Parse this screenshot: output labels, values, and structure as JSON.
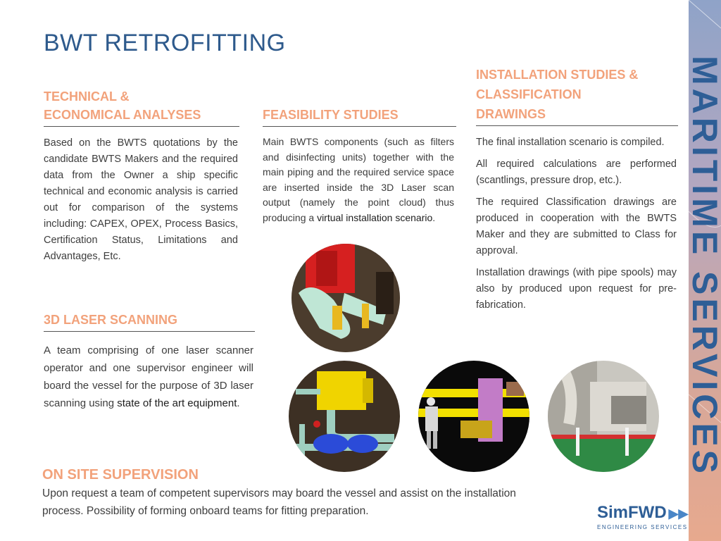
{
  "title": "BWT RETROFITTING",
  "side_banner": "MARITIME SERVICES",
  "columns": {
    "technical": {
      "heading_lines": [
        "TECHNICAL &",
        "ECONOMICAL ANALYSES"
      ],
      "body": "Based on the BWTS quotations by the candidate BWTS Makers and the required data from the Owner a ship specific technical and economic analysis is carried out for comparison of the systems including: CAPEX, OPEX, Process Basics, Certification Status, Limitations and Advantages, Etc."
    },
    "feasibility": {
      "heading": "FEASIBILITY STUDIES",
      "body_prefix": "Main BWTS components (such as filters and disinfecting units) together with the main piping and the required service space are inserted inside the 3D Laser scan output (namely the point cloud) thus producing a ",
      "body_strong": "virtual installation scenario",
      "body_suffix": "."
    },
    "installation": {
      "heading_lines": [
        "INSTALLATION STUDIES &",
        "CLASSIFICATION",
        "DRAWINGS"
      ],
      "paragraphs": [
        "The final installation scenario is compiled.",
        "All required calculations are performed (scantlings, pressure drop, etc.).",
        "The required Classification drawings are produced in cooperation with the BWTS Maker and they are submitted to Class for approval.",
        "Installation drawings (with pipe spools) may also by produced upon request for pre-fabrication."
      ]
    }
  },
  "laser_scanning": {
    "heading": "3D LASER SCANNING",
    "body_prefix": "A team comprising of one laser scanner operator and one supervisor engineer will board the vessel for the purpose of 3D laser scanning using ",
    "body_strong": "state of the art equipment",
    "body_suffix": "."
  },
  "supervision": {
    "heading": "ON SITE SUPERVISION",
    "body": "Upon request a team of competent supervisors may board the vessel and assist on the installation process. Possibility of forming onboard teams for fitting preparation."
  },
  "logo": {
    "name": "SimFWD",
    "tagline": "ENGINEERING SERVICES"
  },
  "colors": {
    "title": "#2e5a8c",
    "heading": "#f2a27b",
    "banner_text": "#2e5e96",
    "body_text": "#3d3d3d"
  }
}
